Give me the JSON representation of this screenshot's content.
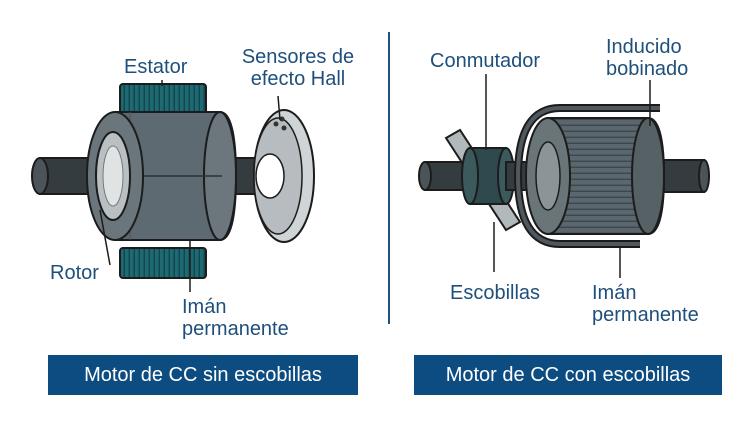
{
  "left_panel": {
    "stator_label": "Estator",
    "hall_label_line1": "Sensores de",
    "hall_label_line2": "efecto Hall",
    "rotor_label": "Rotor",
    "magnet_label_line1": "Imán",
    "magnet_label_line2": "permanente",
    "caption": "Motor de CC sin escobillas"
  },
  "right_panel": {
    "commutator_label": "Conmutador",
    "armature_label_line1": "Inducido",
    "armature_label_line2": "bobinado",
    "brushes_label": "Escobillas",
    "magnet_label_line1": "Imán",
    "magnet_label_line2": "permanente",
    "caption": "Motor de CC con escobillas"
  },
  "colors": {
    "label_text": "#1f4f7b",
    "caption_bg": "#0d4c80",
    "caption_text": "#ffffff",
    "stator_teal": "#1e6a72",
    "body_gray": "#5e6a71",
    "shaft_dark": "#2f3639",
    "outline": "#1c1c1c"
  }
}
